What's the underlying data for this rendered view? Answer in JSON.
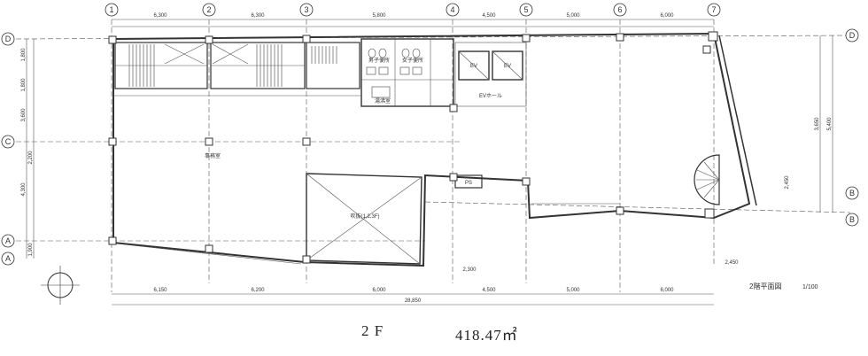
{
  "sheet": {
    "title_block": "2階平面図",
    "scale": "1/100",
    "floor": "2 F",
    "area": "418.47㎡"
  },
  "grid": {
    "columns": [
      "1",
      "2",
      "3",
      "4",
      "5",
      "6",
      "7"
    ],
    "rows_left": [
      "D",
      "C",
      "A",
      "A"
    ],
    "rows_right": [
      "D",
      "B",
      "B"
    ]
  },
  "dimensions": {
    "top": [
      "6,300",
      "6,300",
      "5,800",
      "4,500",
      "5,000",
      "6,000"
    ],
    "bottom": [
      "6,150",
      "6,200",
      "6,000",
      "4,500",
      "5,000",
      "6,000"
    ],
    "overall": "28,850",
    "left": [
      "1,800",
      "1,800",
      "3,600",
      "4,300",
      "2,200",
      "1,900"
    ],
    "right": [
      "3,650",
      "5,400"
    ],
    "misc": [
      "2,450",
      "2,450",
      "2,300"
    ]
  },
  "rooms": {
    "office": "事務室",
    "void": "吹抜(1,2,3F)",
    "toilet_m": "男子便所",
    "toilet_f": "女子便所",
    "kitchen": "湯沸室",
    "ev1": "EV",
    "ev2": "EV",
    "hall": "EVホール",
    "ps": "PS"
  },
  "icons": {
    "north": "north-arrow-icon"
  }
}
